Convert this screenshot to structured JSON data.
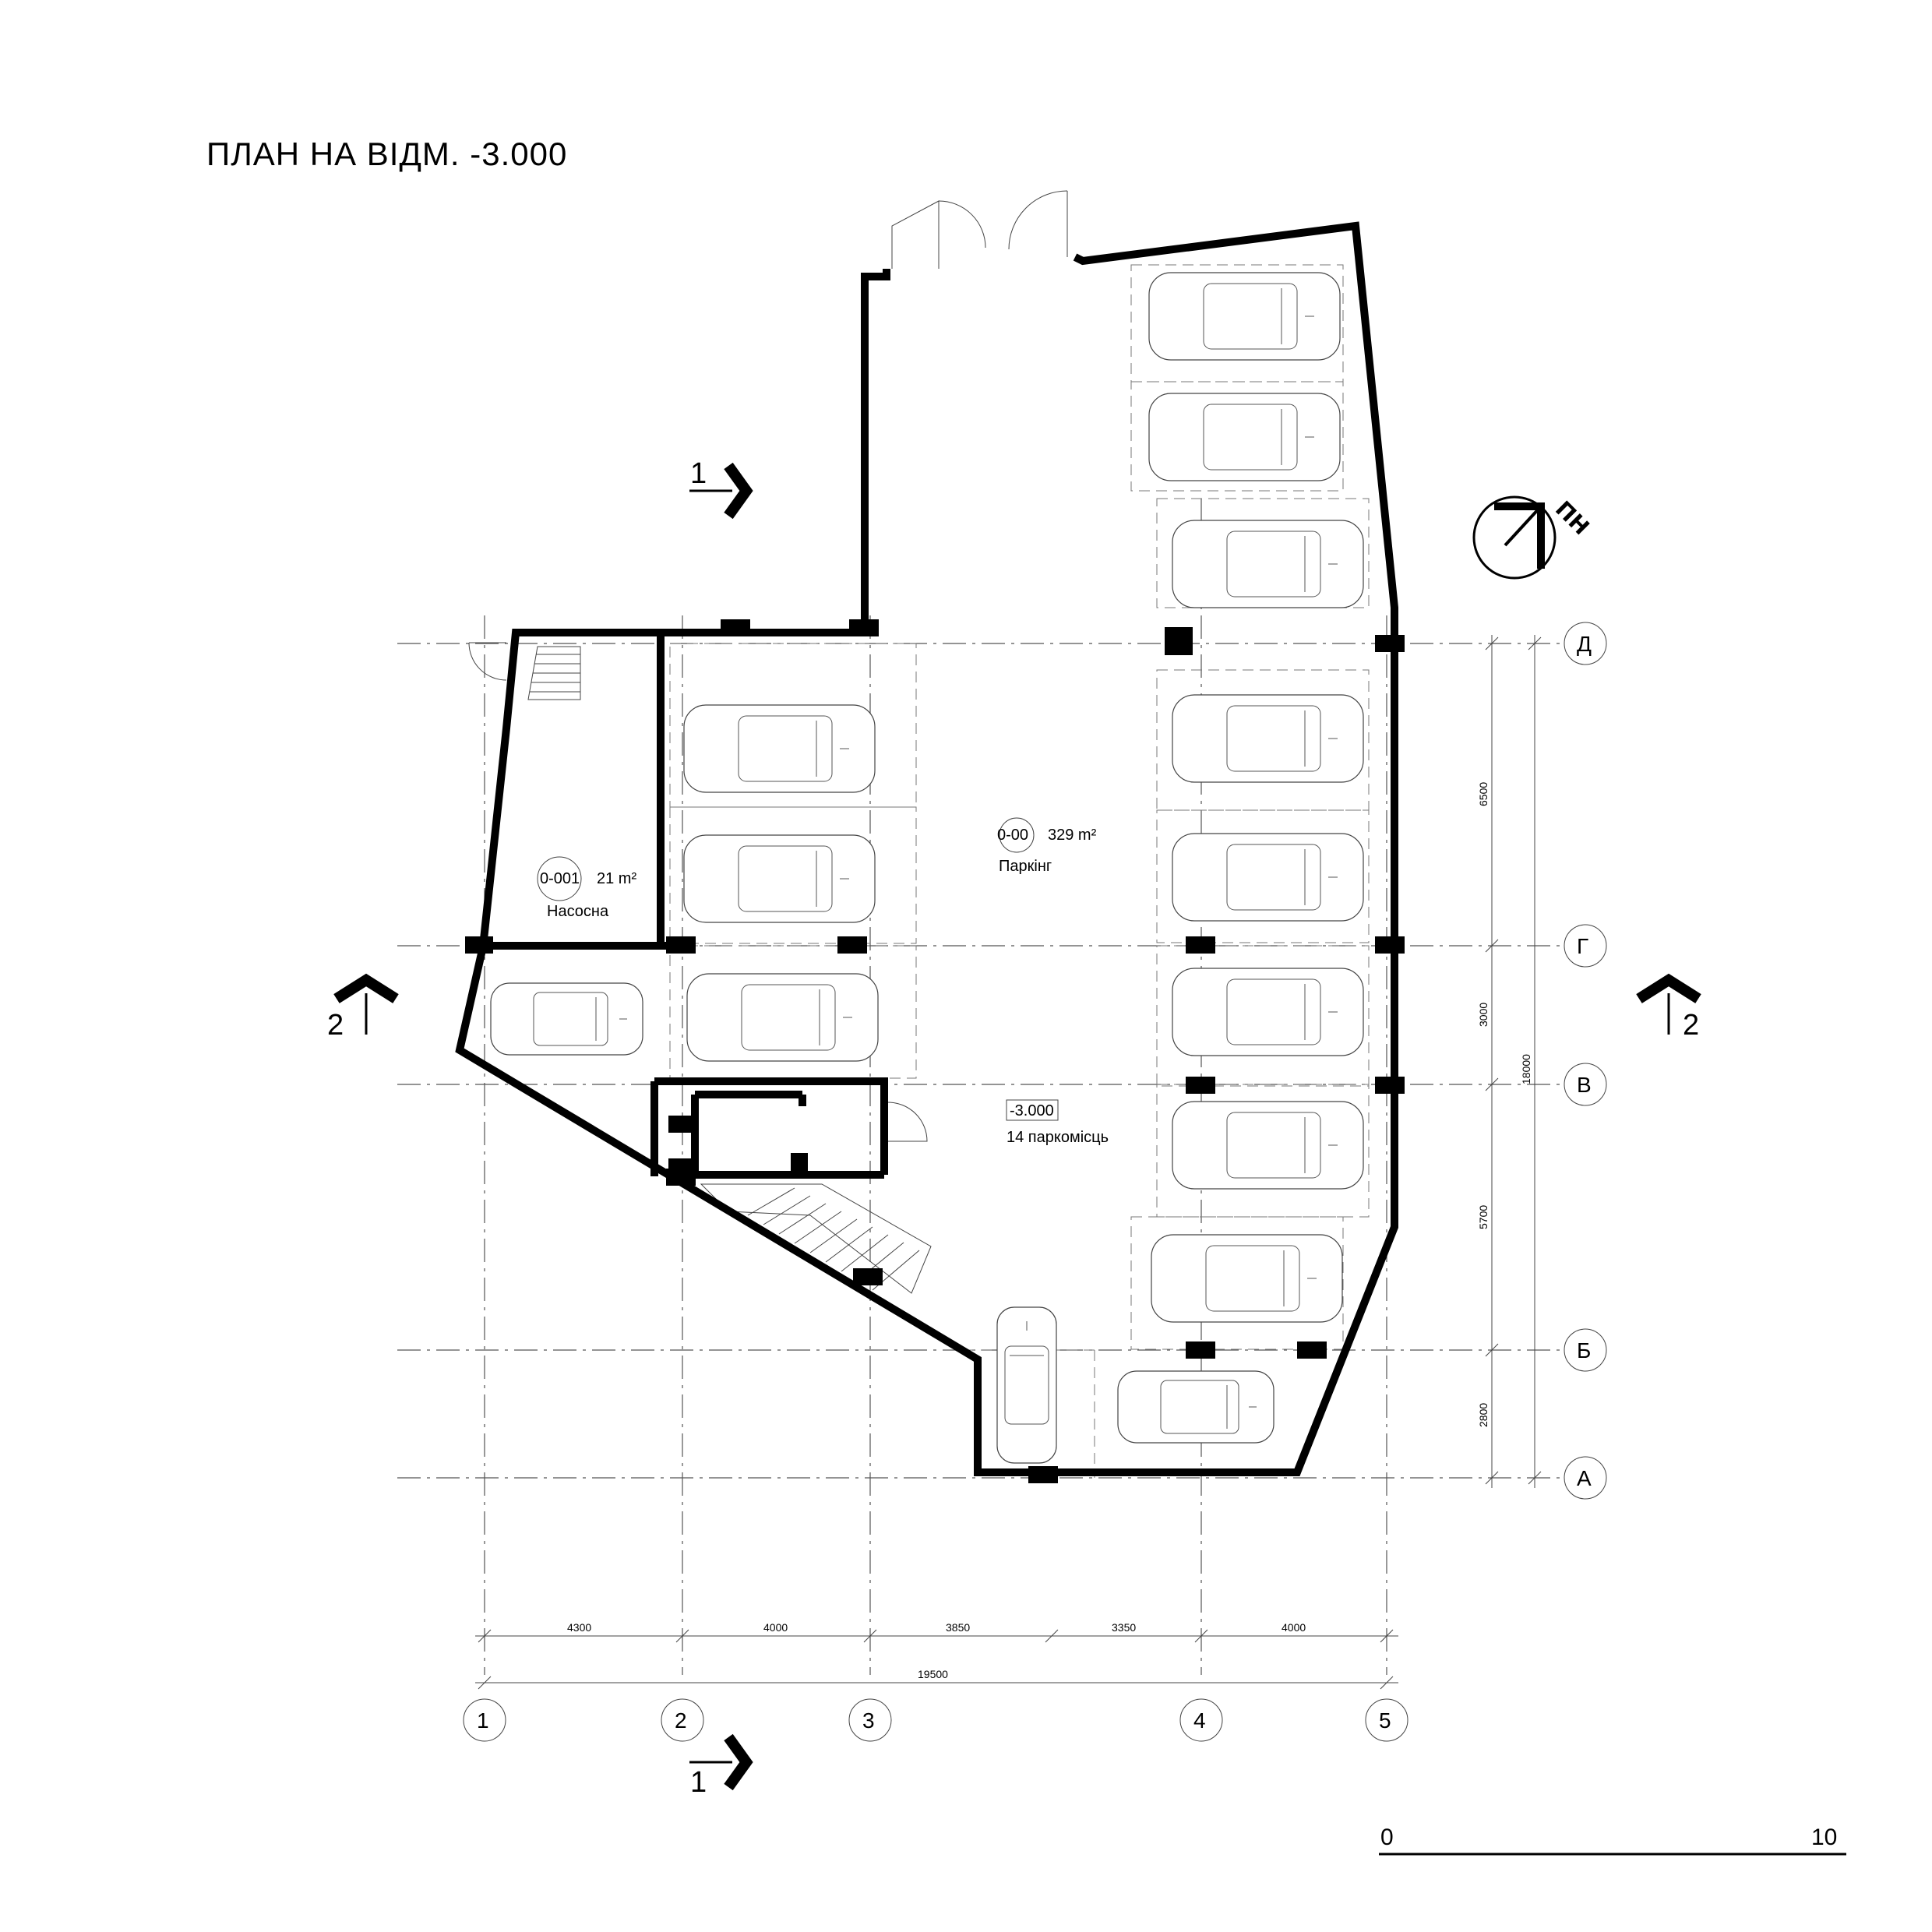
{
  "title": "ПЛАН НА ВІДМ. -3.000",
  "rooms": [
    {
      "code": "0-00",
      "area": "329 m²",
      "name": "Паркінг"
    },
    {
      "code": "0-001",
      "area": "21 m²",
      "name": "Насосна"
    }
  ],
  "level_mark": "-3.000",
  "parking_count_label": "14 паркомісць",
  "axes": {
    "columns": [
      "1",
      "2",
      "3",
      "4",
      "5"
    ],
    "rows": [
      "Д",
      "Г",
      "В",
      "Б",
      "А"
    ]
  },
  "dimensions": {
    "horizontal": [
      "4300",
      "4000",
      "3850",
      "3350",
      "4000"
    ],
    "horizontal_total": "19500",
    "vertical": [
      "6500",
      "3000",
      "5700",
      "2800"
    ],
    "vertical_total": "18000"
  },
  "section_marks": {
    "section_1": "1",
    "section_2": "2"
  },
  "north_label": "ПН",
  "scale_bar": {
    "start": "0",
    "end": "10"
  }
}
